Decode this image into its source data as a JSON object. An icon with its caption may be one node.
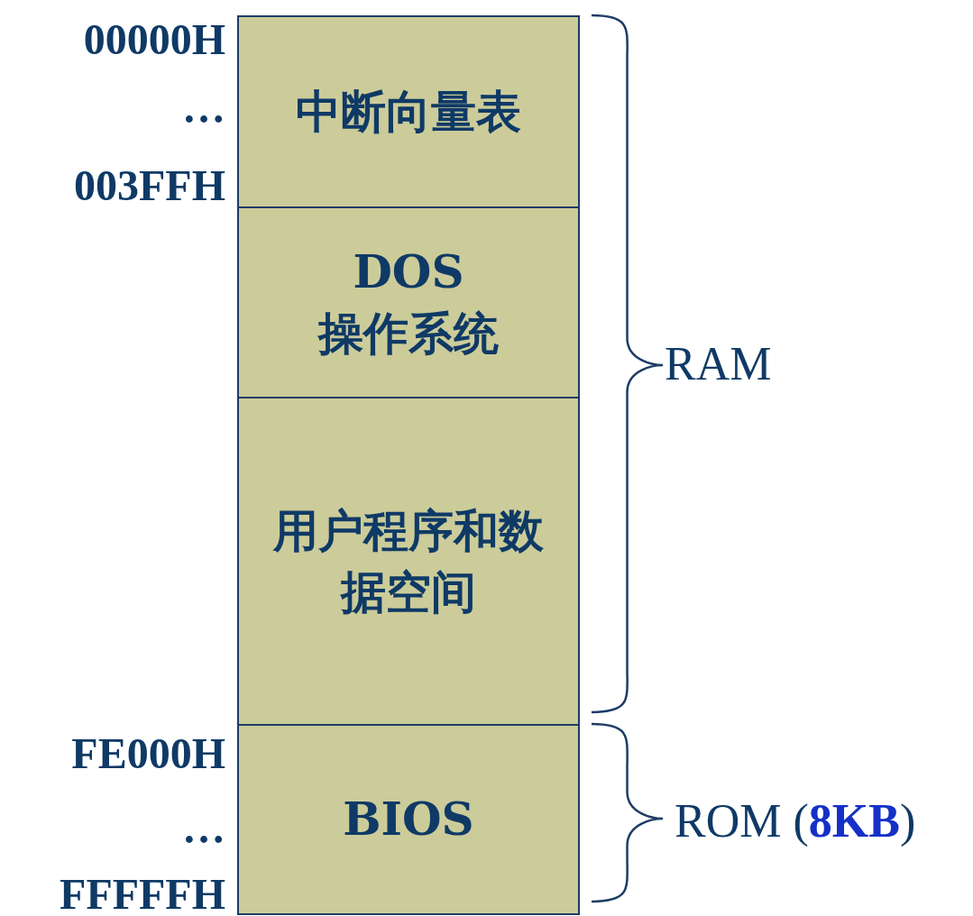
{
  "diagram": {
    "nodes": [
      {
        "text": [
          "中断向量表"
        ]
      },
      {
        "text": [
          "DOS",
          "操作系统"
        ]
      },
      {
        "text": [
          "用户程序和数据空间"
        ]
      },
      {
        "text": [
          "BIOS"
        ]
      }
    ],
    "labels": [
      "00000H",
      "…",
      "003FFH",
      "FE000H",
      "…",
      "FFFFFH",
      "RAM",
      "ROM (**8KB**)"
    ]
  }
}
